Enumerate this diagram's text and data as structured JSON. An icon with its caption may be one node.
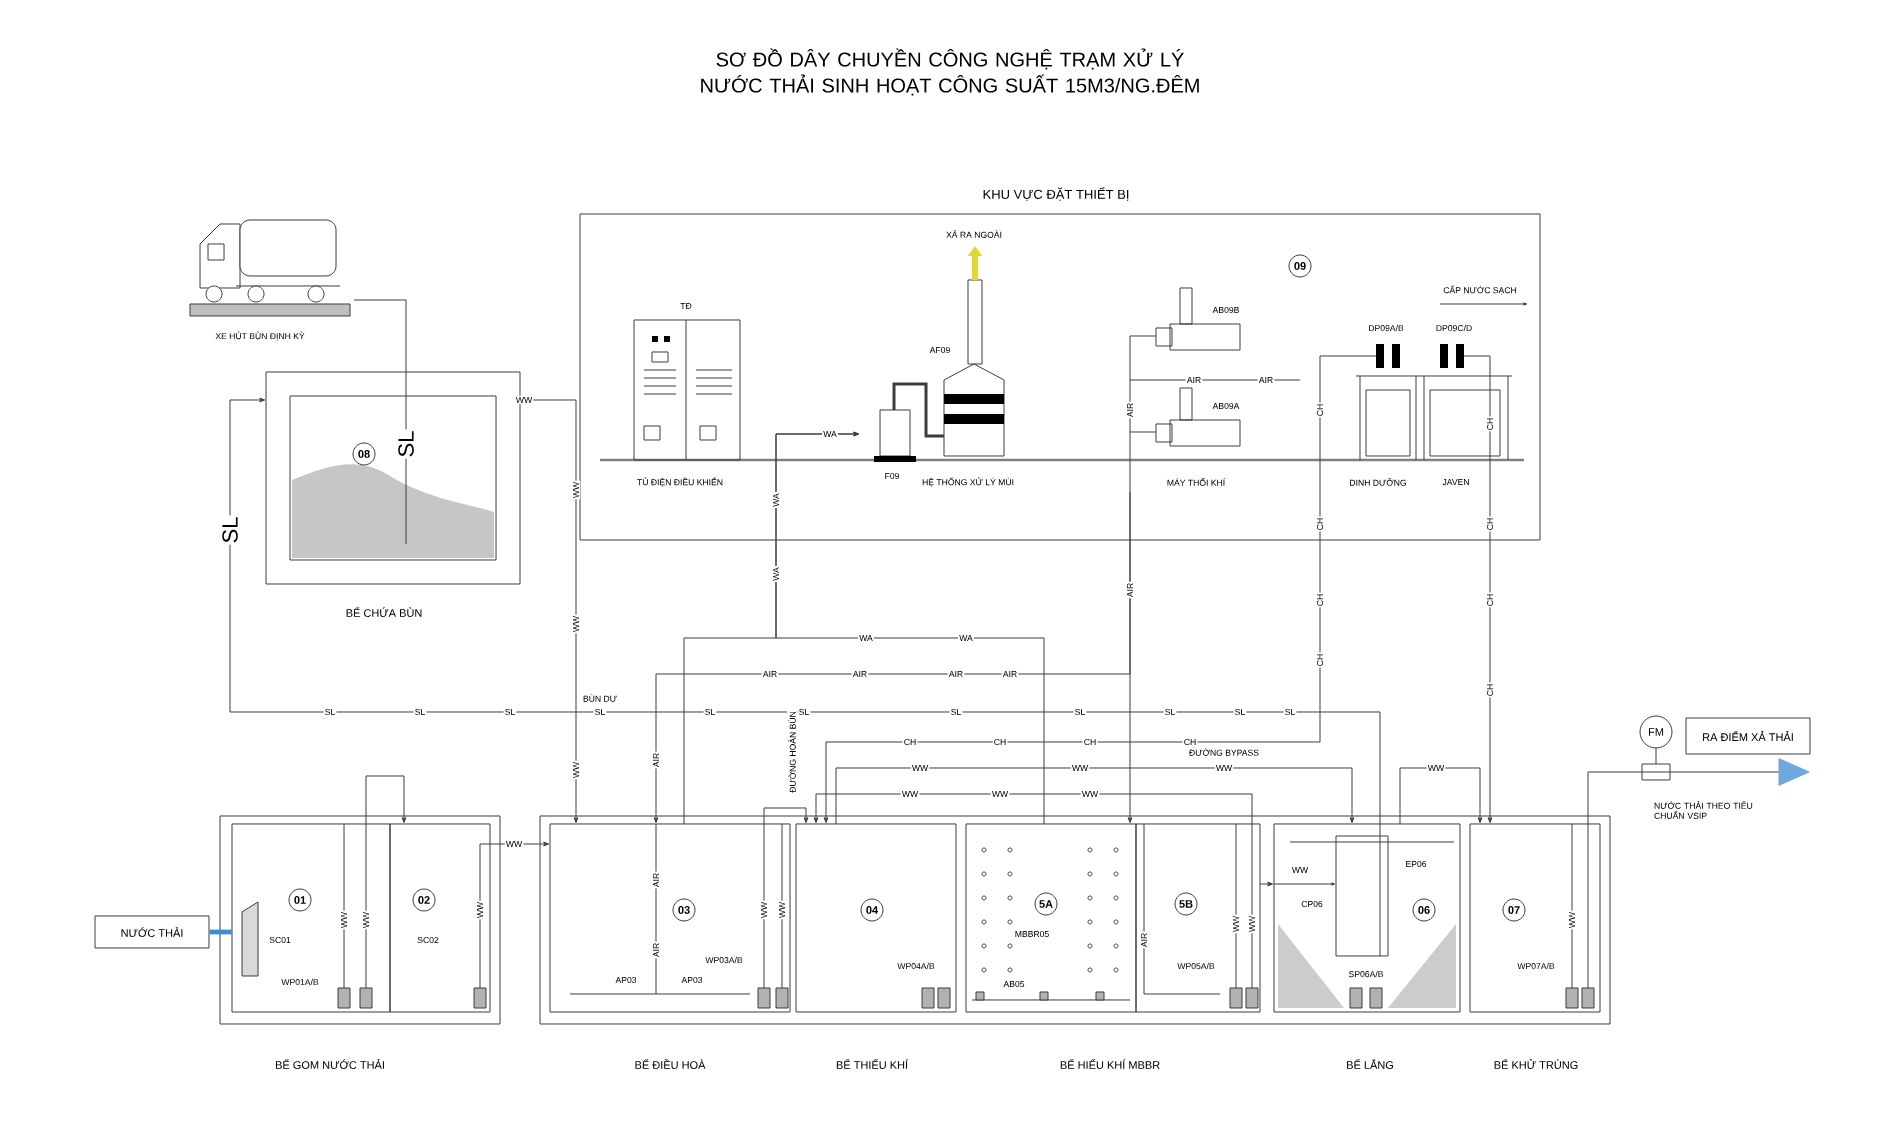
{
  "diagram": {
    "title": "SƠ ĐỒ DÂY CHUYỀN CÔNG NGHỆ TRẠM XỬ LÝ NƯỚC THẢI SINH HOẠT CÔNG SUẤT 15M3/NG.ĐÊM",
    "nodes": [
      {
        "text": [
          "KHU VỰC ĐẶT THIẾT BỊ",
          "09"
        ]
      },
      {
        "text": [
          "TĐ",
          "TỦ ĐIỆN ĐIỀU KHIỂN"
        ],
        "in": 0
      },
      {
        "text": [
          "XẢ RA NGOÀI",
          "AF09",
          "F09",
          "HỆ THỐNG XỬ LÝ MÙI"
        ],
        "in": 0
      },
      {
        "text": [
          "AB09B",
          "AB09A",
          "MÁY THỔI KHÍ"
        ],
        "in": 0
      },
      {
        "text": [
          "CẤP NƯỚC SẠCH",
          "DP09A/B",
          "DP09C/D",
          "DINH DƯỠNG",
          "JAVEN"
        ],
        "in": 0
      },
      {
        "text": [
          "XE HÚT BÙN ĐỊNH KỲ"
        ]
      },
      {
        "text": [
          "08",
          "BỂ CHỨA BÙN"
        ]
      },
      {
        "text": [
          "BỂ GOM NƯỚC THẢI"
        ]
      },
      {
        "text": [
          "01",
          "SC01",
          "WP01A/B"
        ],
        "in": 7
      },
      {
        "text": [
          "02",
          "SC02"
        ],
        "in": 7
      },
      {
        "text": [],
        "shape": "box"
      },
      {
        "text": [
          "03",
          "AP03",
          "AP03",
          "WP03A/B",
          "BỂ ĐIỀU HOÀ"
        ],
        "in": 10
      },
      {
        "text": [
          "04",
          "WP04A/B",
          "BỂ THIẾU KHÍ"
        ],
        "in": 10
      },
      {
        "text": [
          "5A",
          "MBBR05",
          "AB05"
        ],
        "in": 10
      },
      {
        "text": [
          "5B",
          "WP05A/B"
        ],
        "in": 10
      },
      {
        "text": [
          "06",
          "EP06",
          "CP06",
          "SP06A/B",
          "BỂ LẮNG"
        ],
        "in": 10
      },
      {
        "text": [
          "07",
          "WP07A/B",
          "BỂ KHỬ TRÙNG"
        ],
        "in": 10
      },
      {
        "text": [
          "NƯỚC THẢI"
        ]
      },
      {
        "text": [
          "FM"
        ]
      },
      {
        "text": [
          "RA ĐIỂM XẢ THẢI"
        ]
      }
    ],
    "edges": [
      {
        "from": 17,
        "to": 8,
        "arrow": "none",
        "style": "thick",
        "color": "#3d8fd1"
      },
      {
        "from": 8,
        "to": 9,
        "arrow": "to"
      },
      {
        "from": 9,
        "to": 11,
        "arrow": "to",
        "label": "WW"
      },
      {
        "from": 11,
        "to": 12,
        "arrow": "to"
      },
      {
        "from": 14,
        "to": 12,
        "arrow": "to",
        "label": "WW"
      },
      {
        "from": 12,
        "to": 15,
        "arrow": "to",
        "label": "WW"
      },
      {
        "from": 14,
        "to": 15,
        "arrow": "to",
        "label": "WW"
      },
      {
        "from": 15,
        "to": 16,
        "arrow": "to",
        "label": "WW"
      },
      {
        "from": 16,
        "to": 19,
        "arrow": "to"
      },
      {
        "from": 15,
        "to": 6,
        "arrow": "to",
        "label": "SL"
      },
      {
        "from": 6,
        "to": 5,
        "arrow": "none"
      },
      {
        "from": 6,
        "to": 11,
        "arrow": "to",
        "label": "WW"
      },
      {
        "from": 3,
        "to": 11,
        "arrow": "to",
        "label": "AIR"
      },
      {
        "from": 3,
        "to": 13,
        "arrow": "to"
      },
      {
        "from": 11,
        "to": 2,
        "arrow": "to",
        "label": "WA"
      },
      {
        "from": 13,
        "to": 2,
        "arrow": "to",
        "label": "WA"
      },
      {
        "from": 4,
        "to": 12,
        "arrow": "to",
        "label": "CH"
      },
      {
        "from": 4,
        "to": 16,
        "arrow": "to",
        "label": "CH"
      }
    ],
    "labels": [
      "SL",
      "SL",
      "SL",
      "SL",
      "BÙN DƯ",
      "SL",
      "SL",
      "SL",
      "SL",
      "SL",
      "SL",
      "SL",
      "SL",
      "WW",
      "WW",
      "WW",
      "WA",
      "WA",
      "WA",
      "AIR",
      "AIR",
      "AIR",
      "AIR",
      "AIR",
      "AIR",
      "AIR",
      "AIR",
      "AIR",
      "AIR",
      "AIR",
      "CH",
      "CH",
      "CH",
      "CH",
      "CH",
      "CH",
      "CH",
      "CH",
      "CH",
      "CH",
      "WW",
      "WW",
      "WW",
      "WW",
      "WW",
      "WW",
      "WW",
      "WW",
      "WW",
      "WW",
      "WW",
      "WW",
      "ĐƯỜNG HOÀN BÙN",
      "ĐƯỜNG BYPASS",
      "BỂ HIẾU KHÍ MBBR",
      "NƯỚC THẢI THEO TIÊU CHUẨN VSIP"
    ]
  }
}
